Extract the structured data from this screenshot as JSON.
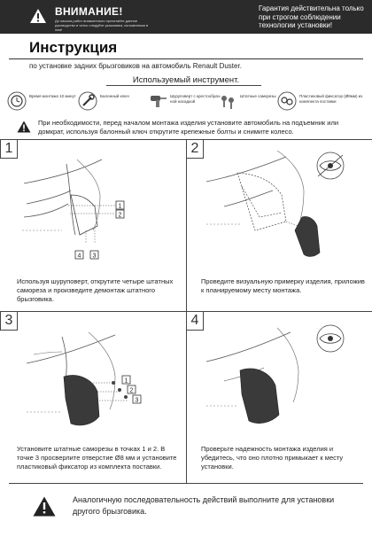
{
  "header": {
    "warning_title": "ВНИМАНИЕ!",
    "warning_sub": "До начала работ внимательно прочитайте данное руководство и четко следуйте указаниям, изложенным в нем!",
    "guarantee": "Гарантия действительна только при строгом соблюдении технологии установки!"
  },
  "title": "Инструкция",
  "subtitle": "по установке задних брызговиков на автомобиль Renault Duster.",
  "tools": {
    "heading": "Используемый инструмент.",
    "items": [
      {
        "label": "Время монтажа 10 минут",
        "icon": "clock-icon"
      },
      {
        "label": "Балонный ключ",
        "icon": "wrench-icon"
      },
      {
        "label": "Шуруповерт с крестообраз-ной насадкой",
        "icon": "screwdriver-icon"
      },
      {
        "label": "Штатные саморезы",
        "icon": "screws-icon"
      },
      {
        "label": "Пластиковый фиксатор (Ø8мм) из комплекта поставки",
        "icon": "clip-icon"
      }
    ]
  },
  "note": "При необходимости, перед началом монтажа изделия установите автомобиль на подъемник или домкрат, используя балонный ключ открутите крепежные болты и снимите колесо.",
  "steps": [
    {
      "num": "1",
      "text": "Используя шуруповерт, открутите четыре штатных самореза и произведите демонтаж штатного брызговика.",
      "callouts": [
        "1",
        "2",
        "3",
        "4"
      ]
    },
    {
      "num": "2",
      "text": "Проведите визуальную примерку изделия, приложив к планируемому месту монтажа.",
      "callouts": []
    },
    {
      "num": "3",
      "text": "Установите штатные саморезы в точках 1 и 2. В точке 3 просверлите отверстие Ø8 мм и установите пластиковый фиксатор из комплекта поставки.",
      "callouts": [
        "1",
        "2",
        "3"
      ]
    },
    {
      "num": "4",
      "text": "Проверьте надежность монтажа изделия и убедитесь, что оно плотно примыкает к месту установки.",
      "callouts": []
    }
  ],
  "footer": "Аналогичную последовательность действий выполните для установки другого брызговика.",
  "colors": {
    "header_bg": "#2b2b2b",
    "mudflap": "#3a3a3a",
    "line": "#444444"
  }
}
